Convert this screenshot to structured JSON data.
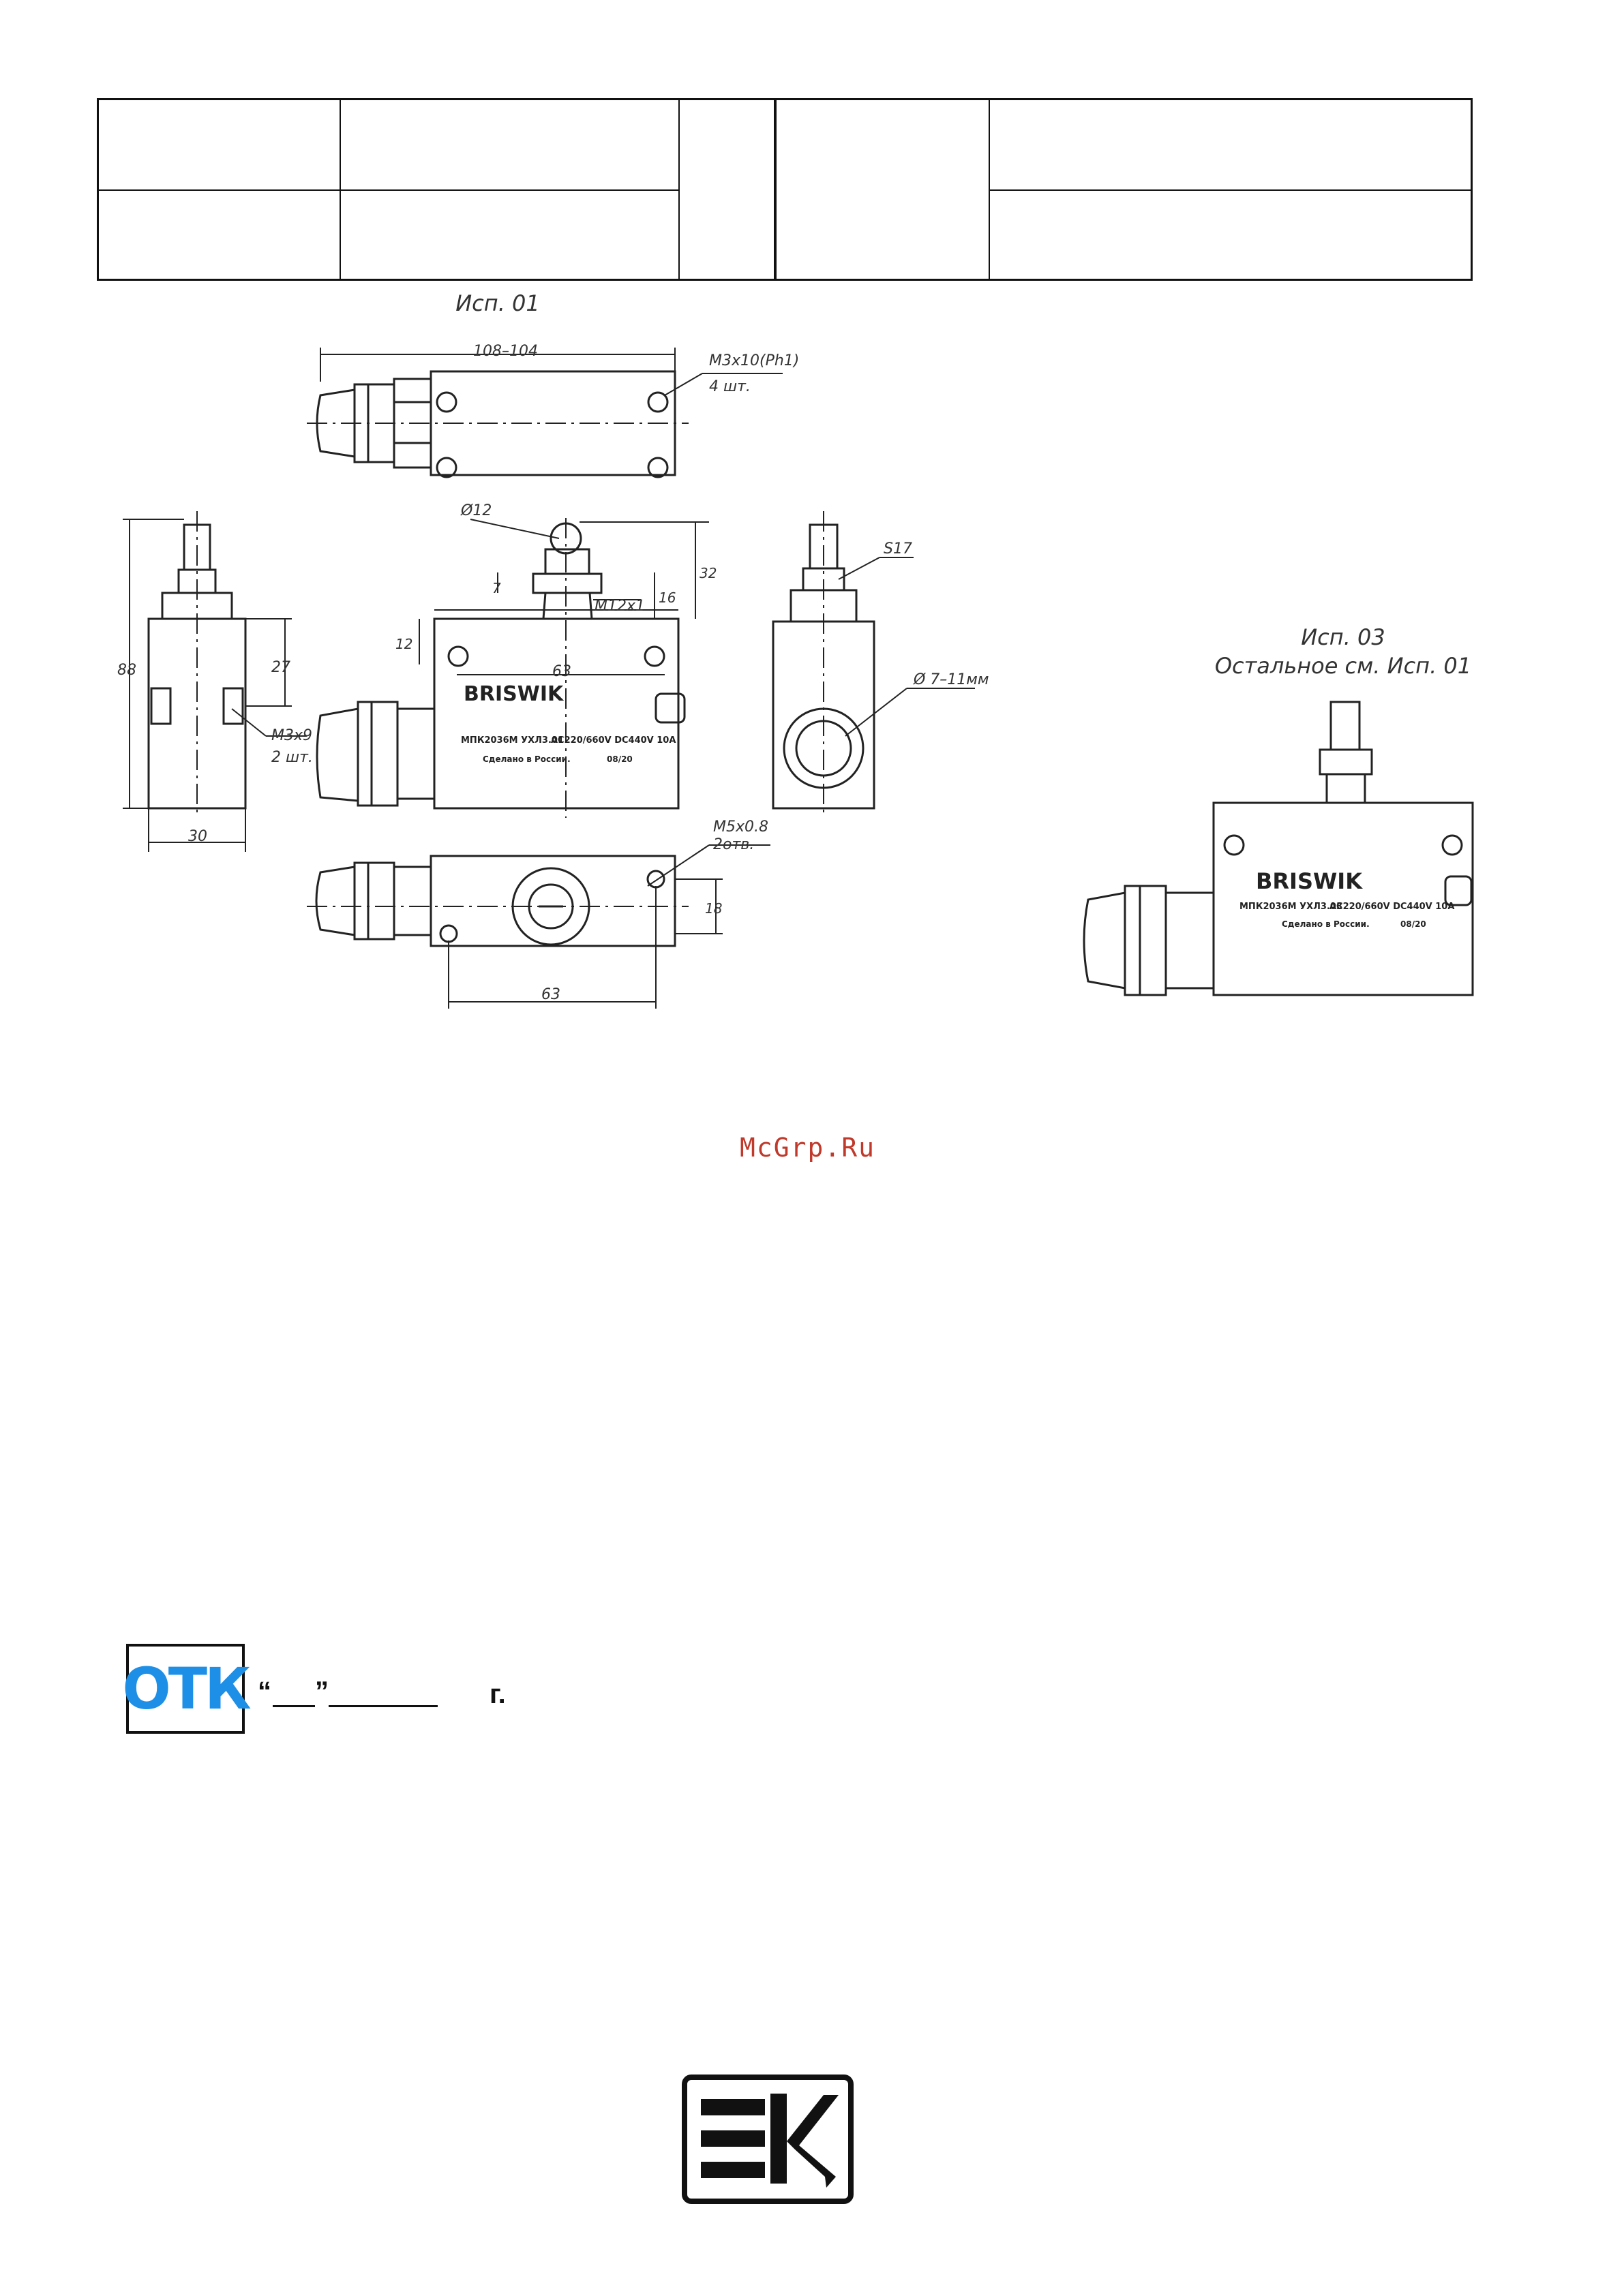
{
  "header_tables": {
    "left": {
      "rows": [
        [
          "",
          "",
          ""
        ],
        [
          "",
          "",
          ""
        ]
      ]
    },
    "right": {
      "rows": [
        [
          "",
          ""
        ],
        [
          "",
          ""
        ]
      ]
    }
  },
  "drawing": {
    "caption_main": "Исп. 01",
    "caption_alt_1": "Исп. 03",
    "caption_alt_2": "Остальное см. Исп. 01",
    "dimensions": {
      "top_length": "108–104",
      "top_screw": "M3x10(Ph1)",
      "top_screw_qty": "4 шт.",
      "diameter_12": "Ø12",
      "dim_7": "7",
      "dim_16": "16",
      "dim_32": "32",
      "thread": "M12x1",
      "dim_12": "12",
      "dim_63_front": "63",
      "dim_88": "88",
      "dim_27": "27",
      "side_screw": "M3x9",
      "side_screw_qty": "2 шт.",
      "dim_30": "30",
      "wrench": "S17",
      "cable_diameter": "Ø 7–11мм",
      "bottom_hole": "M5x0.8",
      "bottom_hole_qty": "2отв.",
      "dim_18": "18",
      "dim_63_bottom": "63"
    },
    "label": {
      "brand": "BRISWIK",
      "line1_a": "МПК2036М УХЛ3.01",
      "line1_b": "AC220/660V DC440V 10A",
      "line2_a": "Сделано в России.",
      "line2_b": "08/20",
      "alt_line1_a": "МПК2036М УХЛ3.03",
      "alt_line1_b": "AC220/660V DC440V 10A",
      "alt_line2_a": "Сделано в России.",
      "alt_line2_b": "08/20"
    }
  },
  "watermark": "McGrp.Ru",
  "otk": {
    "stamp": "ОТК",
    "open_quote": "“",
    "close_quote": "”",
    "year_suffix": "г."
  },
  "logo": {
    "name": "ek-logo-icon"
  },
  "colors": {
    "watermark": "#c0392b",
    "otk": "#1e8fe6",
    "ink": "#111111"
  }
}
